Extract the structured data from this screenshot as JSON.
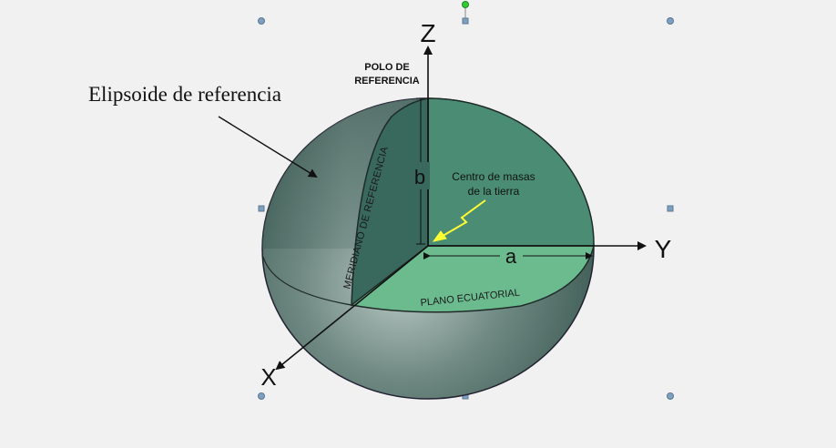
{
  "diagram": {
    "axes": {
      "z": "Z",
      "y": "Y",
      "x": "X"
    },
    "pole_label_line1": "POLO DE",
    "pole_label_line2": "REFERENCIA",
    "ellipsoid_label": "Elipsoide de referencia",
    "semi_minor_axis": "b",
    "semi_major_axis": "a",
    "center_label_line1": "Centro de masas",
    "center_label_line2": "de la tierra",
    "meridian_label": "MERIDIANO DE REFERENCIA",
    "equatorial_plane_label": "PLANO ECUATORIAL"
  },
  "colors": {
    "background": "#f1f1f1",
    "sphere_dark": "#2f5047",
    "sphere_mid": "#6f8882",
    "sphere_light": "#b9c8c3",
    "quadrant": "#4a8d74",
    "meridian_face": "#39685d",
    "equatorial_face": "#6cbb8f",
    "center_arrow": "#ffff33",
    "handle_fill": "#7f9fbf",
    "rotate_handle": "#33cc33"
  }
}
